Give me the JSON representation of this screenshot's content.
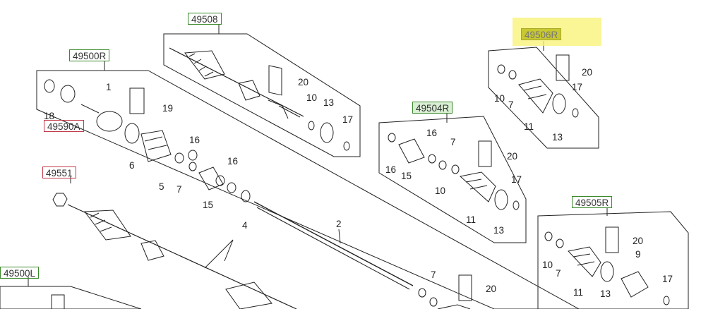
{
  "references": {
    "r49508": "49508",
    "r49500R": "49500R",
    "r49590A": "49590A",
    "r49551": "49551",
    "r49500L": "49500L",
    "r49504R": "49504R",
    "r49506R": "49506R",
    "r49505R": "49505R"
  },
  "callouts": {
    "c1": "1",
    "c18": "18",
    "c19": "19",
    "c6": "6",
    "c5": "5",
    "c7a": "7",
    "c16a": "16",
    "c16b": "16",
    "c15a": "15",
    "c4": "4",
    "c2": "2",
    "c20a": "20",
    "c10a": "10",
    "c13a": "13",
    "c17a": "17",
    "c16c": "16",
    "c15b": "15",
    "c16d": "16",
    "c10b": "10",
    "c7b": "7",
    "c20b": "20",
    "c17b": "17",
    "c11a": "11",
    "c13b": "13",
    "c20c": "20",
    "c10c": "10",
    "c7c": "7",
    "c11b": "11",
    "c13c": "13",
    "c17c": "17",
    "c20d": "20",
    "c10d": "10",
    "c7d": "7",
    "c9": "9",
    "c11c": "11",
    "c13d": "13",
    "c17d": "17",
    "c7e": "7",
    "c20e": "20"
  },
  "colors": {
    "line": "#222222",
    "ref_green": "#3a8a2a",
    "ref_red": "#c33a4a",
    "highlight_yellow": "#f9f37a"
  }
}
